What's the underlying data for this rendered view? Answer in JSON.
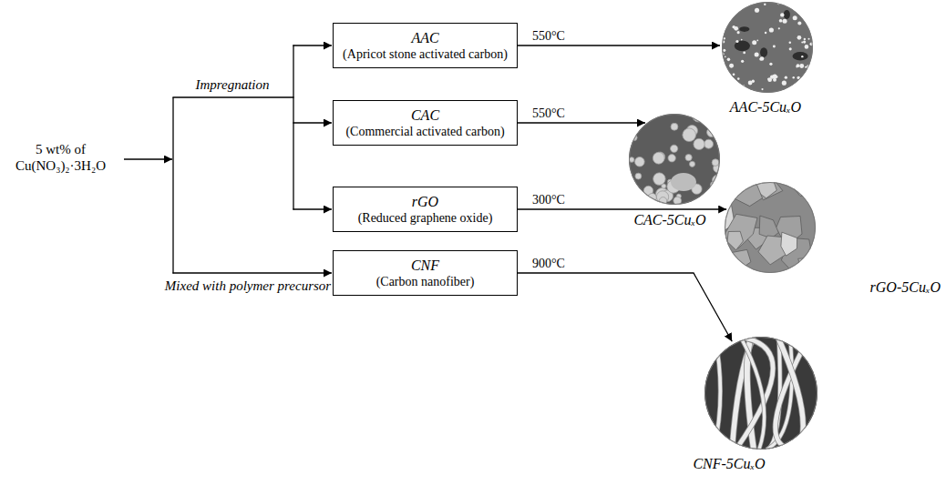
{
  "diagram": {
    "nodes": [
      {
        "text": [
          "AAC",
          "(Apricot stone activated carbon)"
        ]
      },
      {
        "text": [
          "CAC",
          "(Commercial activated carbon)"
        ]
      },
      {
        "text": [
          "rGO",
          "(Reduced graphene oxide)"
        ]
      },
      {
        "text": [
          "CNF",
          "(Carbon nanofiber)"
        ]
      },
      {
        "text": [
          "AAC-5CuₓO"
        ]
      },
      {
        "text": [
          "CAC-5CuₓO"
        ]
      },
      {
        "text": [
          "rGO-5CuₓO"
        ]
      },
      {
        "text": [
          "CNF-5CuₓO"
        ]
      }
    ],
    "edges": [
      {
        "from": 0,
        "to": 4,
        "label": "550°C",
        "arrow": "to"
      },
      {
        "from": 1,
        "to": 5,
        "label": "550°C",
        "arrow": "to"
      },
      {
        "from": 2,
        "to": 6,
        "label": "300°C",
        "arrow": "to"
      },
      {
        "from": 3,
        "to": 7,
        "label": "900°C",
        "arrow": "to"
      }
    ],
    "labels": [
      "5 wt% of Cu(NO₃)₂·3H₂O",
      "Impregnation",
      "Mixed with polymer precursor"
    ]
  }
}
